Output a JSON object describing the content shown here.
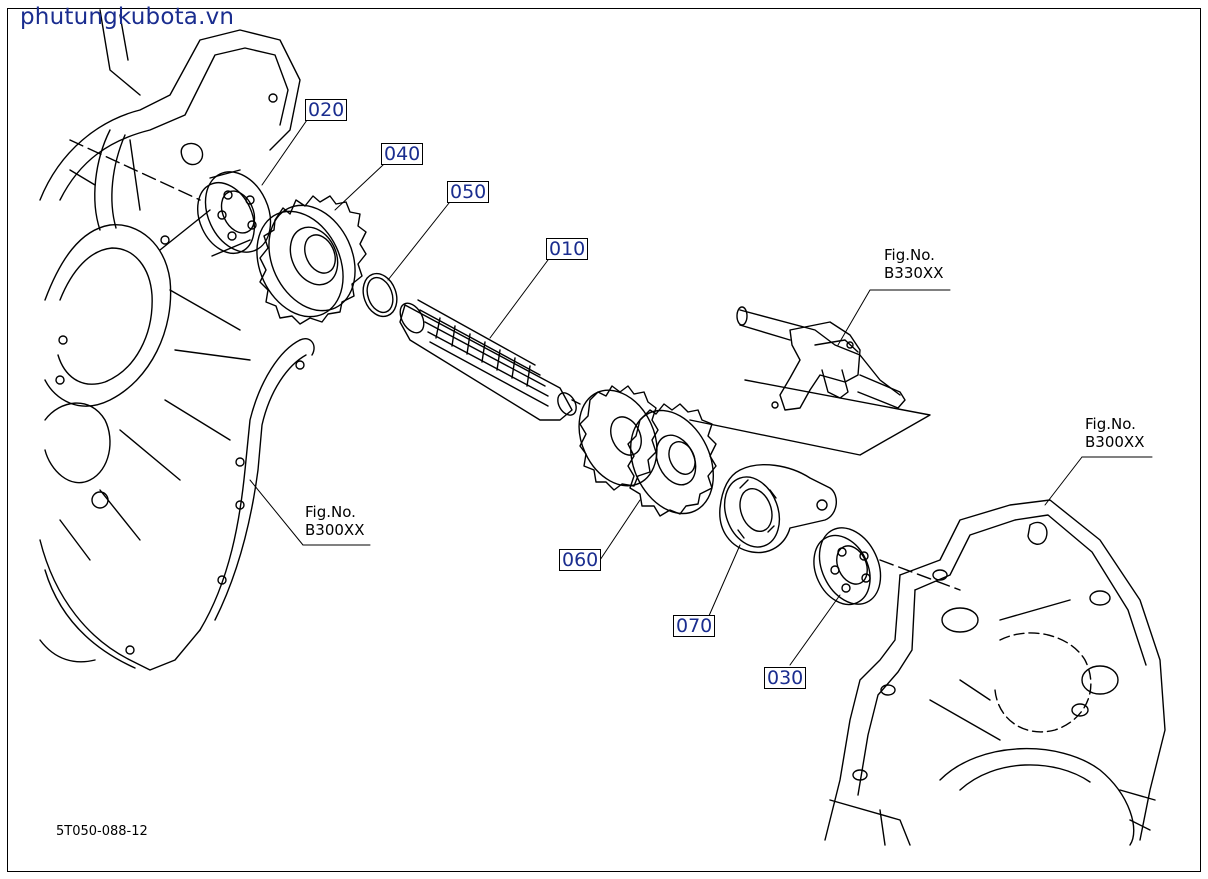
{
  "watermark": "phutungkubota.vn",
  "watermark_color": "#1a2d8f",
  "callout_color": "#1a2d8f",
  "callouts": {
    "p010": "010",
    "p020": "020",
    "p030": "030",
    "p040": "040",
    "p050": "050",
    "p060": "060",
    "p070": "070"
  },
  "fig_refs": {
    "left": {
      "label": "Fig.No.",
      "value": "B300XX"
    },
    "fork": {
      "label": "Fig.No.",
      "value": "B330XX"
    },
    "right": {
      "label": "Fig.No.",
      "value": "B300XX"
    }
  },
  "drawing_number": "5T050-088-12"
}
